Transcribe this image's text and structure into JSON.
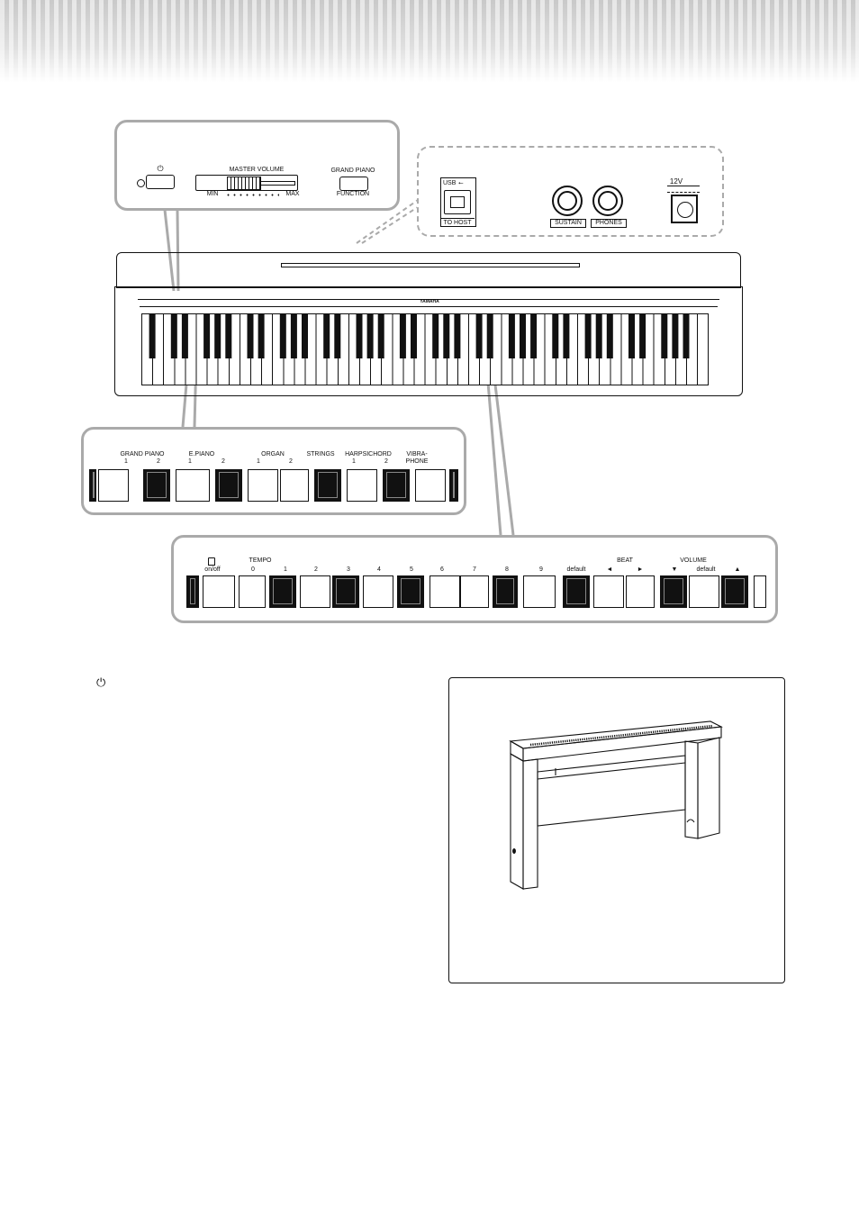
{
  "panel_top": {
    "power_symbol": "⏻",
    "master_volume": "MASTER VOLUME",
    "min": "MIN",
    "max": "MAX",
    "grand_piano": "GRAND PIANO",
    "function": "FUNCTION"
  },
  "rear_panel": {
    "usb": "USB",
    "to_host": "TO HOST",
    "sustain": "SUSTAIN",
    "phones": "PHONES",
    "dc_in": "12V"
  },
  "voice_panel": {
    "grand_piano": "GRAND PIANO",
    "e_piano": "E.PIANO",
    "organ": "ORGAN",
    "strings": "STRINGS",
    "harpsichord": "HARPSICHORD",
    "vibraphone_line1": "VIBRA-",
    "vibraphone_line2": "PHONE",
    "n1": "1",
    "n2": "2"
  },
  "function_panel": {
    "metronome_onoff": "on/off",
    "tempo": "TEMPO",
    "numbers": [
      "0",
      "1",
      "2",
      "3",
      "4",
      "5",
      "6",
      "7",
      "8",
      "9"
    ],
    "default": "default",
    "beat": "BEAT",
    "volume": "VOLUME",
    "volume_default": "default",
    "left_arrow": "◄",
    "right_arrow": "►",
    "down_arrow": "▼",
    "up_arrow": "▲"
  },
  "body": {
    "power_symbol": "⏻"
  },
  "keyboard": {
    "brand": "YAMAHA"
  }
}
